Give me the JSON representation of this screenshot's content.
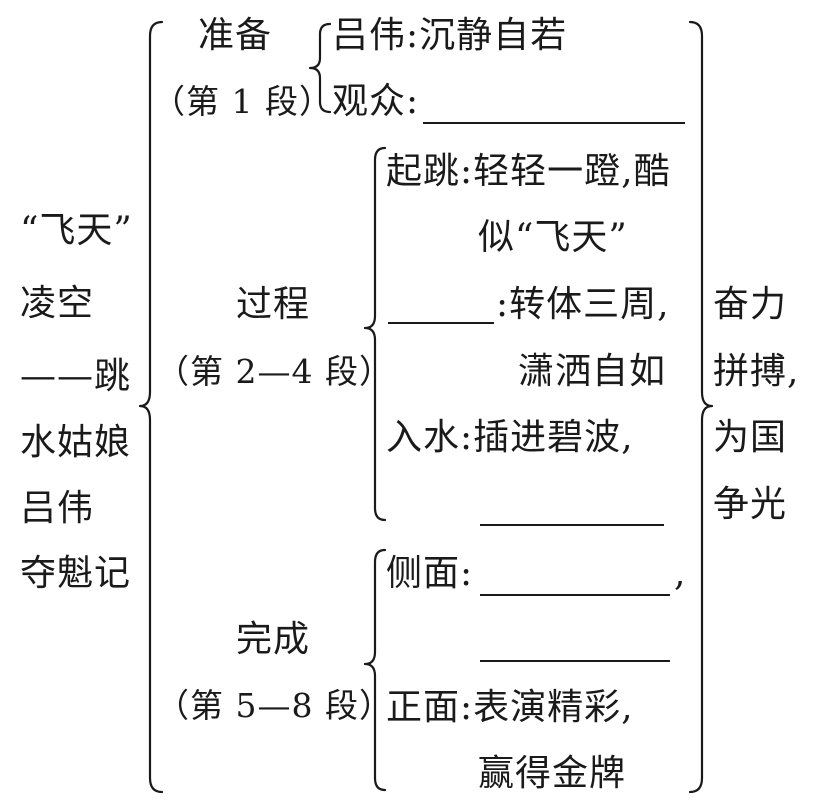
{
  "title": {
    "lines": [
      "“飞天”",
      "凌空",
      "——跳",
      "水姑娘",
      "吕伟",
      "夺魁记"
    ]
  },
  "sections": {
    "prep": {
      "name": "准备",
      "range": "（第 1 段）",
      "items": {
        "lvwei": "吕伟:沉静自若",
        "audience": "观众:"
      }
    },
    "process": {
      "name": "过程",
      "range": "（第 2—4 段）",
      "items": {
        "takeoff_1": "起跳:轻轻一蹬,酷",
        "takeoff_2": "似“飞天”",
        "spin_1": ":转体三周,",
        "spin_2": "潇洒自如",
        "entry": "入水:插进碧波,"
      }
    },
    "finish": {
      "name": "完成",
      "range": "（第 5—8 段）",
      "items": {
        "side": "侧面:",
        "side_comma": ",",
        "front_1": "正面:表演精彩,",
        "front_2": "赢得金牌"
      }
    }
  },
  "theme": {
    "lines": [
      "奋力",
      "拼搏,",
      "为国",
      "争光"
    ]
  }
}
